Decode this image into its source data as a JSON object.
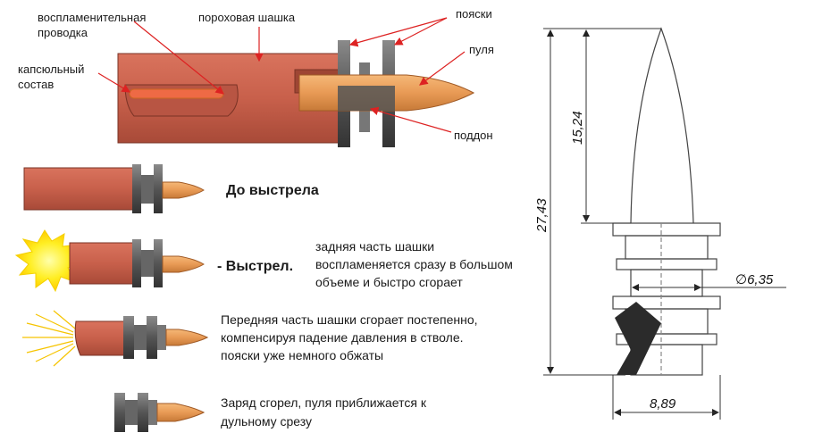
{
  "labels": {
    "igniter_line1": "воспламенительная",
    "igniter_line2": "проводка",
    "powder_stick": "пороховая шашка",
    "belts": "пояски",
    "bullet": "пуля",
    "primer_line1": "капсюльный",
    "primer_line2": "состав",
    "sabot": "поддон"
  },
  "stages": {
    "before": "До выстрела",
    "shot": "- Выстрел.",
    "shot_desc_1": "задняя часть шашки",
    "shot_desc_2": "воспламеняется сразу в большом",
    "shot_desc_3": "объеме и быстро сгорает",
    "burn_1": "Передняя часть шашки сгорает постепенно,",
    "burn_2": "компенсируя падение давления в стволе.",
    "burn_3": "пояски уже немного обжаты",
    "end_1": "Заряд сгорел, пуля приближается к",
    "end_2": "дульному срезу"
  },
  "dimensions": {
    "overall_length": "27,43",
    "nose_length": "15,24",
    "bore_diameter": "∅6,35",
    "belt_diameter": "8,89"
  },
  "colors": {
    "case": "#c8604b",
    "case_dark": "#9a4131",
    "bullet": "#e89a55",
    "belt": "#5a5a5a",
    "flash": "#ffee22"
  }
}
